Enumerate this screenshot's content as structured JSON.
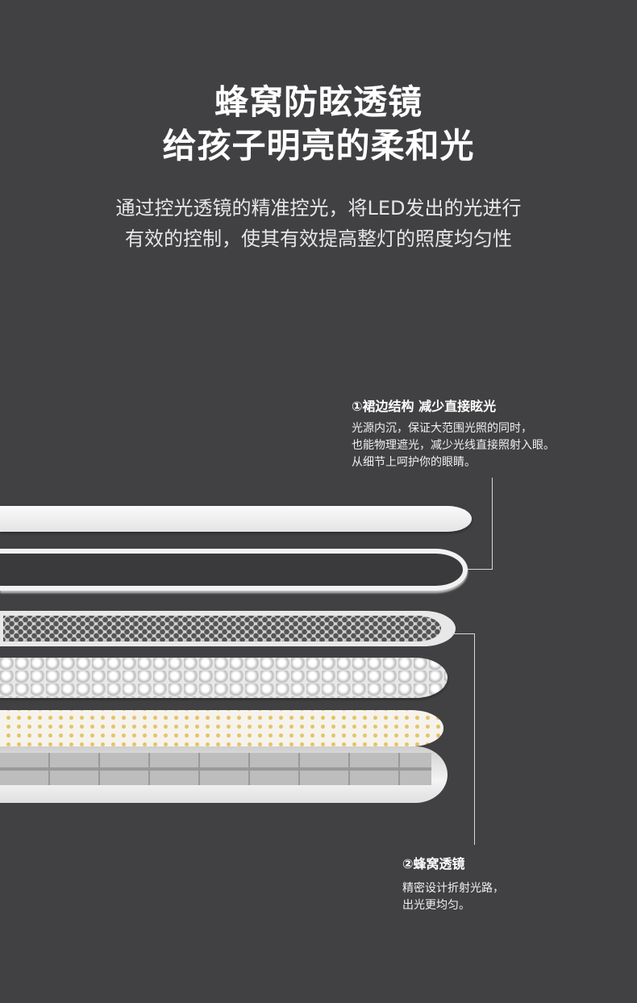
{
  "headline": {
    "line1": "蜂窝防眩透镜",
    "line2": "给孩子明亮的柔和光"
  },
  "subtitle": {
    "line1": "通过控光透镜的精准控光，将LED发出的光进行",
    "line2": "有效的控制，使其有效提高整灯的照度均匀性"
  },
  "annotation1": {
    "heading": "①裙边结构 减少直接眩光",
    "lines": [
      "光源内沉，保证大范围光照的同时，",
      "也能物理遮光，减少光线直接照射入眼。",
      "从细节上呵护你的眼睛。"
    ]
  },
  "annotation2": {
    "heading": "②蜂窝透镜",
    "lines": [
      "精密设计折射光路，",
      "出光更均匀。"
    ]
  }
}
